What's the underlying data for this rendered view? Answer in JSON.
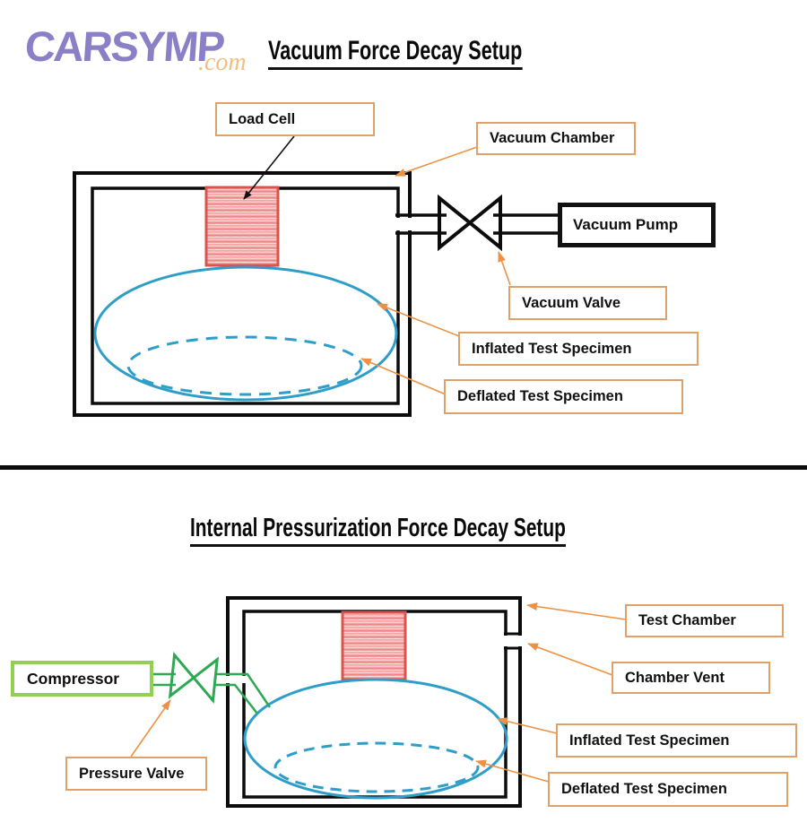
{
  "logo": {
    "brand": "CARSYMP",
    "domain": ".com"
  },
  "sections": {
    "vacuum": {
      "title": "Vacuum Force Decay Setup",
      "labels": {
        "load_cell": "Load Cell",
        "vacuum_chamber": "Vacuum Chamber",
        "vacuum_pump": "Vacuum Pump",
        "vacuum_valve": "Vacuum Valve",
        "inflated_specimen": "Inflated Test Specimen",
        "deflated_specimen": "Deflated Test Specimen"
      }
    },
    "pressurization": {
      "title": "Internal Pressurization Force Decay Setup",
      "labels": {
        "compressor": "Compressor",
        "pressure_valve": "Pressure Valve",
        "test_chamber": "Test Chamber",
        "chamber_vent": "Chamber Vent",
        "inflated_specimen": "Inflated Test Specimen",
        "deflated_specimen": "Deflated Test Specimen"
      }
    }
  },
  "colors": {
    "label_border": "#DFA06A",
    "arrow_orange": "#ED9244",
    "specimen_blue": "#2E9EC9",
    "compressor_green": "#92D050",
    "pipe_green": "#2EA853",
    "load_cell_border": "#D9534F",
    "load_cell_fill": "#F5A3A3",
    "logo_purple": "#8B7FC8",
    "logo_com_orange": "#F2BE7F"
  }
}
